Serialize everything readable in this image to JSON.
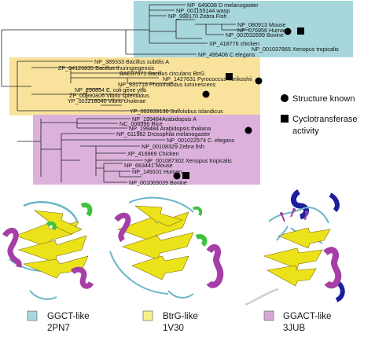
{
  "groups": {
    "ggct": {
      "color": "#a7d7dd",
      "taxa": [
        "NP_649038 D melanogaster",
        "NP_001155144 wasp",
        "NP_998170 Zebra Fish",
        "NP_080913 Mouse",
        "NP_076956 Human",
        "NP_001032699 Bovine",
        "XP_418776 chicken",
        "NP_001037865 Xenopus tropicalis",
        "NP_495406 C elegans"
      ]
    },
    "btrg": {
      "color": "#f9e39c",
      "taxa": [
        "NP_389333 Bacillus subtilis A",
        "ZP_04126835 Bacillus thuringiegensis",
        "BAE07071 Bacillus circulans BtrG",
        "NP_1427631 Pyrococcus horikoshii",
        "NP_931716 Photohabdus luminescens",
        "NP_290854 E. coli gene ytfb",
        "ZP_00990806 Vibrio splendidus",
        "YP_001218040 Vibrio cholerae",
        "YP_002839130 Sulfolobus islandicus"
      ]
    },
    "ggact": {
      "color": "#dcb2dc",
      "taxa": [
        "NP_199484Arabidopsis A",
        "NC_008396 Rice",
        "NP_199484 Arabidopsis thaliana",
        "NP_611982 Drosophila melanogaster",
        "NP_001022574 C. elegans",
        "NP_00108329 Zebra fish",
        "XP_416969 Chicken",
        "NP_001087302 Xenopus tropicalis",
        "NP_663441 Mouse",
        "NP_149101 Human",
        "NP_001069039 Bovine"
      ]
    }
  },
  "legend": {
    "structure_known": "Structure known",
    "cyclotransferase_line1": "Cyclotransferase",
    "cyclotransferase_line2": "activity"
  },
  "structures": [
    {
      "family": "GGCT-like",
      "pdb": "2PN7",
      "swatch": "#a7d7dd",
      "icon": "protein-structure-ribbon"
    },
    {
      "family": "BtrG-like",
      "pdb": "1V30",
      "swatch": "#f9f08a",
      "icon": "protein-structure-ribbon"
    },
    {
      "family": "GGACT-like",
      "pdb": "3JUB",
      "swatch": "#d9a6d9",
      "icon": "protein-structure-ribbon"
    }
  ],
  "colors": {
    "helix": "#a63ea8",
    "strand": "#ece21a",
    "loop": "#6ab7c6",
    "green": "#3ec23e",
    "blue": "#1a1f9e"
  }
}
